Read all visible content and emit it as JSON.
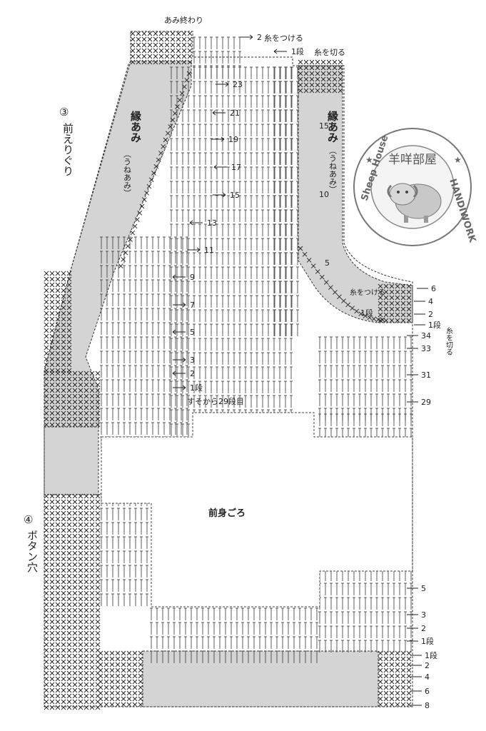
{
  "labels": {
    "end_of_work": "あみ終わり",
    "attach_yarn_top": "糸をつける",
    "cut_yarn_top": "糸を切る",
    "attach_yarn_armhole": "糸をつける",
    "cut_yarn_armhole": "糸を切る",
    "front_neck_number": "③",
    "front_neck_text": "前えりぐり",
    "edge_left_main": "縁あみ",
    "edge_left_sub": "（うねあみ）",
    "edge_right_main": "縁あみ",
    "edge_right_sub": "（うねあみ）",
    "front_body": "前身ごろ",
    "button_number": "④",
    "button_text": "ボタン穴",
    "from_hem": "すそから29段目"
  },
  "rows_neck": [
    "2",
    "1段",
    "23",
    "21",
    "19",
    "17",
    "15",
    "13",
    "11",
    "9",
    "7",
    "5",
    "3",
    "2",
    "1段"
  ],
  "rows_armhole": [
    "15",
    "10",
    "5",
    "1段"
  ],
  "rows_right_edge_top": [
    "6",
    "4",
    "2",
    "1段",
    "34",
    "33",
    "31",
    "29"
  ],
  "rows_right_bottom": [
    "5",
    "3",
    "2",
    "1段"
  ],
  "rows_hem": [
    "1段",
    "2",
    "4",
    "6",
    "8"
  ],
  "watermark": {
    "center_text": "羊咩部屋",
    "ring_right": "HANDIWORK",
    "ring_left": "Sheep House",
    "star": "★"
  }
}
